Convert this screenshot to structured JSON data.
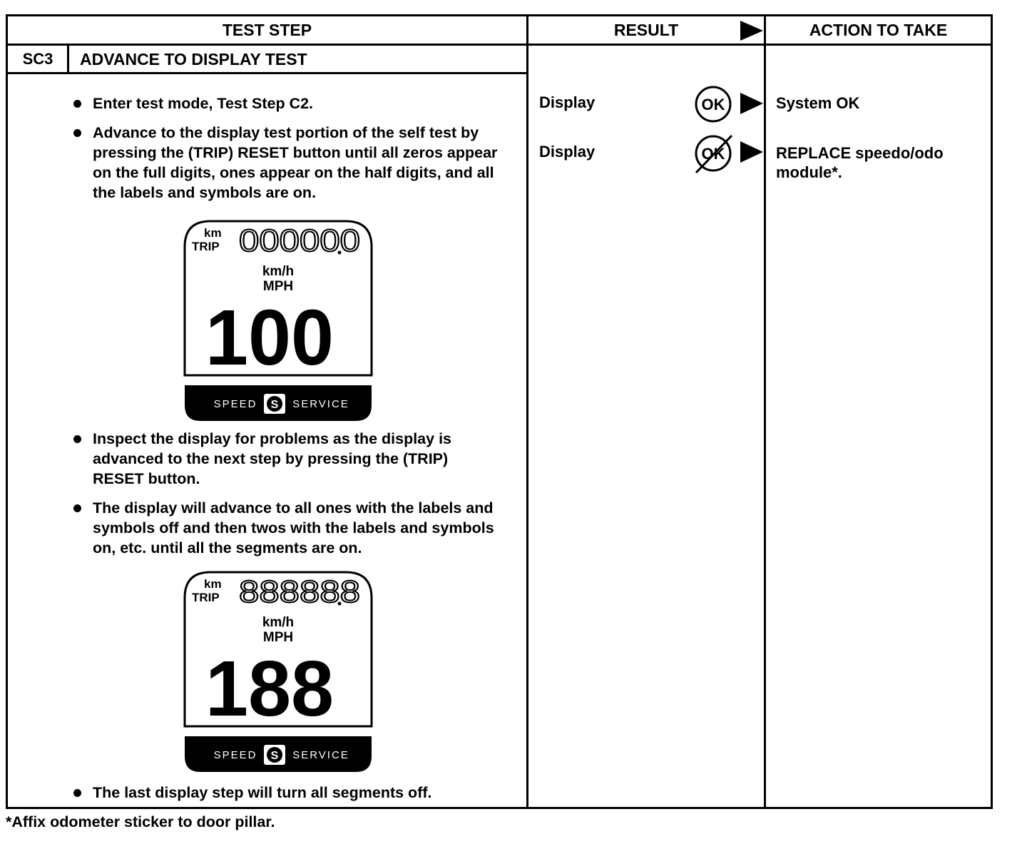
{
  "header": {
    "test_step": "TEST STEP",
    "result": "RESULT",
    "action": "ACTION TO TAKE"
  },
  "step": {
    "code": "SC3",
    "title": "ADVANCE TO DISPLAY TEST"
  },
  "bullets": [
    "Enter test mode, Test Step C2.",
    "Advance to the display test portion of the self test by pressing the (TRIP) RESET button until all zeros appear on the full digits, ones appear on the half digits, and all the labels and symbols are on.",
    "Inspect the display for problems as the display is advanced to the next step by pressing the (TRIP) RESET button.",
    "The display will advance to all ones with the labels and symbols off and then twos with the labels and symbols on, etc. until all the segments are on.",
    "The last display step will turn all segments off."
  ],
  "results": [
    {
      "label": "Display",
      "symbol": "OK",
      "crossed": false
    },
    {
      "label": "Display",
      "symbol": "OK",
      "crossed": true
    }
  ],
  "actions": [
    "System OK",
    "REPLACE speedo/odo module*."
  ],
  "displays": [
    {
      "km": "km",
      "trip": "TRIP",
      "odometer": "000000",
      "speed_units_1": "km/h",
      "speed_units_2": "MPH",
      "speed": "100",
      "band_left": "SPEED",
      "band_icon": "S",
      "band_right": "SERVICE"
    },
    {
      "km": "km",
      "trip": "TRIP",
      "odometer": "888888",
      "speed_units_1": "km/h",
      "speed_units_2": "MPH",
      "speed": "188",
      "band_left": "SPEED",
      "band_icon": "S",
      "band_right": "SERVICE"
    }
  ],
  "footnote": "*Affix odometer sticker to door pillar."
}
